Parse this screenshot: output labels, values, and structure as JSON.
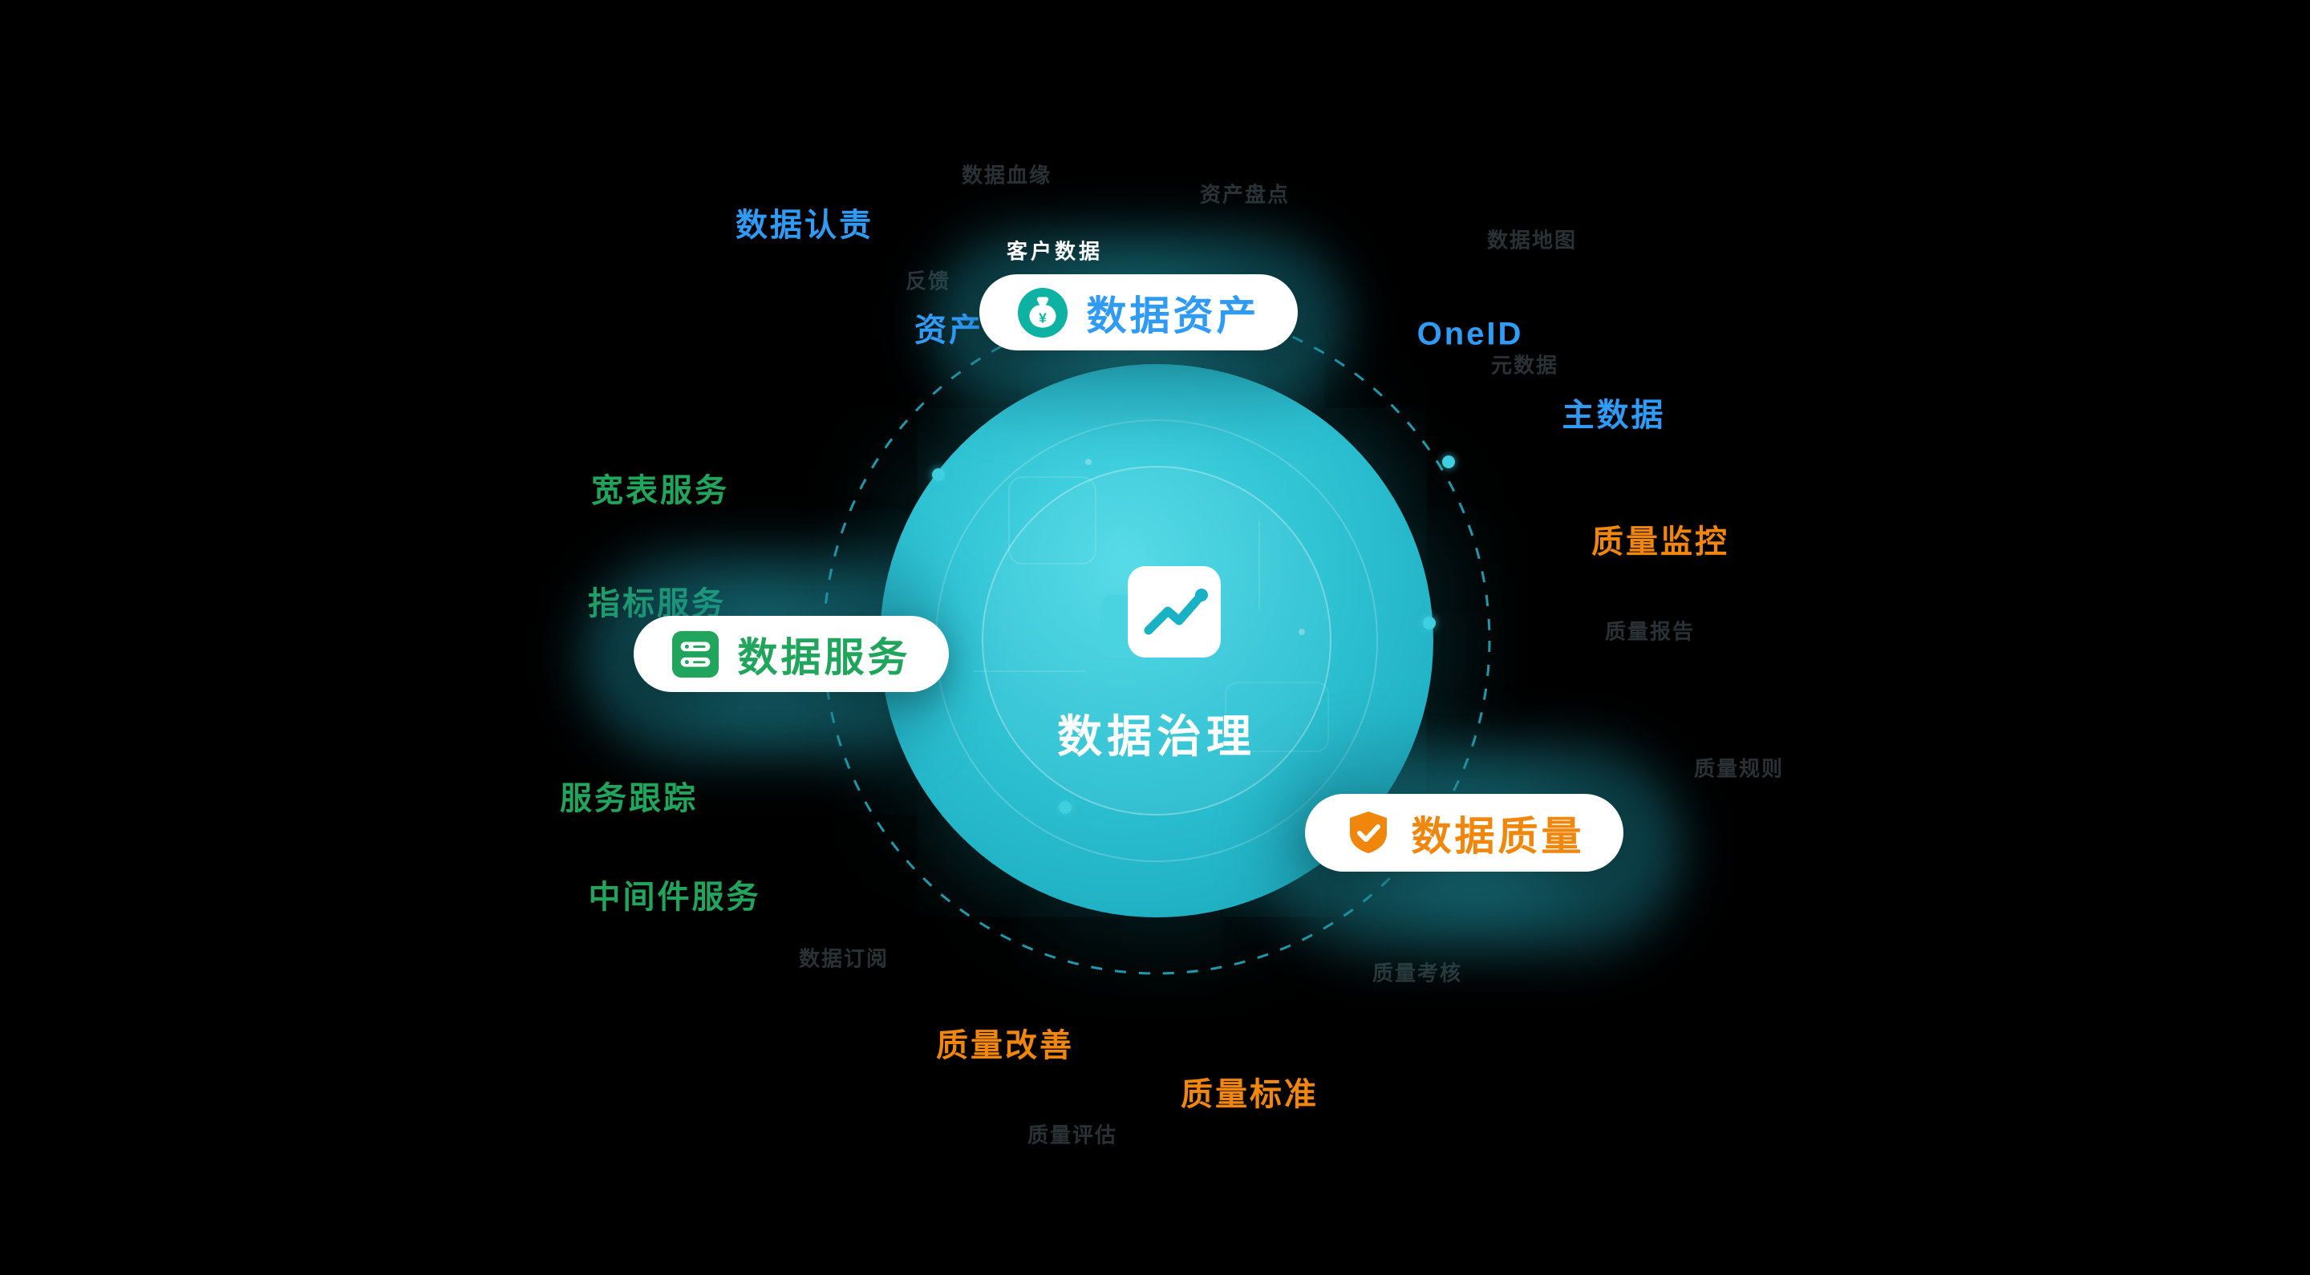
{
  "canvas": {
    "background": "#000000"
  },
  "colors": {
    "blue": "#2f9bf5",
    "green": "#21a55d",
    "orange": "#f1860d",
    "teal_circle": "#2cc0d1",
    "orbit": "#23a9bd",
    "pill_background": "#ffffff",
    "asset_icon": "#0db2a2"
  },
  "center": {
    "label": "数据治理",
    "icon": "report-chart-icon"
  },
  "pills": [
    {
      "id": "data-assets",
      "label": "数据资产",
      "icon": "money-bag-icon",
      "text_color": "#2f9bf5",
      "icon_color": "#0db2a2"
    },
    {
      "id": "data-services",
      "label": "数据服务",
      "icon": "database-server-icon",
      "text_color": "#21a55d",
      "icon_color": "#21a55d"
    },
    {
      "id": "data-quality",
      "label": "数据质量",
      "icon": "shield-check-icon",
      "text_color": "#f1860d",
      "icon_color": "#f1860d"
    }
  ],
  "labels": [
    {
      "text": "数据认责",
      "tone": "blue"
    },
    {
      "text": "OneID",
      "tone": "blue"
    },
    {
      "text": "主数据",
      "tone": "blue"
    },
    {
      "text": "资产",
      "tone": "blue"
    },
    {
      "text": "客户数据",
      "tone": "white"
    },
    {
      "text": "宽表服务",
      "tone": "green"
    },
    {
      "text": "指标服务",
      "tone": "green"
    },
    {
      "text": "服务跟踪",
      "tone": "green"
    },
    {
      "text": "中间件服务",
      "tone": "green"
    },
    {
      "text": "质量监控",
      "tone": "orange"
    },
    {
      "text": "质量改善",
      "tone": "orange"
    },
    {
      "text": "质量标准",
      "tone": "orange"
    },
    {
      "text": "数据血缘",
      "tone": "dim"
    },
    {
      "text": "资产盘点",
      "tone": "dim"
    },
    {
      "text": "数据地图",
      "tone": "dim"
    },
    {
      "text": "元数据",
      "tone": "dim"
    },
    {
      "text": "质量报告",
      "tone": "dim"
    },
    {
      "text": "质量规则",
      "tone": "dim"
    },
    {
      "text": "质量考核",
      "tone": "dim"
    },
    {
      "text": "数据订阅",
      "tone": "dim"
    },
    {
      "text": "质量评估",
      "tone": "dim"
    },
    {
      "text": "反馈",
      "tone": "dim"
    }
  ]
}
